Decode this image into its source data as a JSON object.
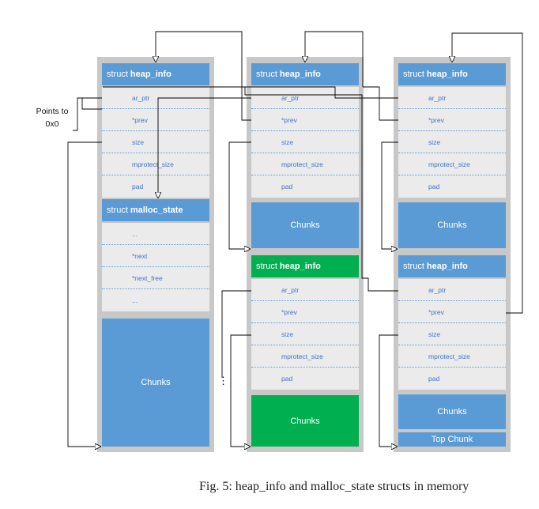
{
  "columns": [
    {
      "header_prefix": "struct",
      "header_bold": "heap_info",
      "fields": [
        "ar_ptr",
        "*prev",
        "size",
        "mprotect_size",
        "pad"
      ],
      "malloc_state": {
        "header_prefix": "struct",
        "header_bold": "malloc_state",
        "fields": [
          "...",
          "*next",
          "*next_free",
          "..."
        ]
      },
      "chunks_label": "Chunks"
    },
    {
      "header_prefix": "struct",
      "header_bold": "heap_info",
      "fields": [
        "ar_ptr",
        "*prev",
        "size",
        "mprotect_size",
        "pad"
      ],
      "chunks_label": "Chunks",
      "second": {
        "header_prefix": "struct",
        "header_bold": "heap_info",
        "fields": [
          "ar_ptr",
          "*prev",
          "size",
          "mprotect_size",
          "pad"
        ],
        "chunks_label": "Chunks"
      }
    },
    {
      "header_prefix": "struct",
      "header_bold": "heap_info",
      "fields": [
        "ar_ptr",
        "*prev",
        "size",
        "mprotect_size",
        "pad"
      ],
      "chunks_label": "Chunks",
      "second": {
        "header_prefix": "struct",
        "header_bold": "heap_info",
        "fields": [
          "ar_ptr",
          "*prev",
          "size",
          "mprotect_size",
          "pad"
        ],
        "chunks_label": "Chunks",
        "top_chunk_label": "Top Chunk"
      }
    }
  ],
  "points_to_note": [
    "Points to",
    "0x0"
  ],
  "vertical_ellipsis": "⋮",
  "caption": "Fig. 5: heap_info and malloc_state structs in memory",
  "colors": {
    "header_blue": "#5b9bd5",
    "header_green": "#00b050",
    "field_bg": "#ebebeb",
    "column_bg": "#c8c8c8"
  }
}
